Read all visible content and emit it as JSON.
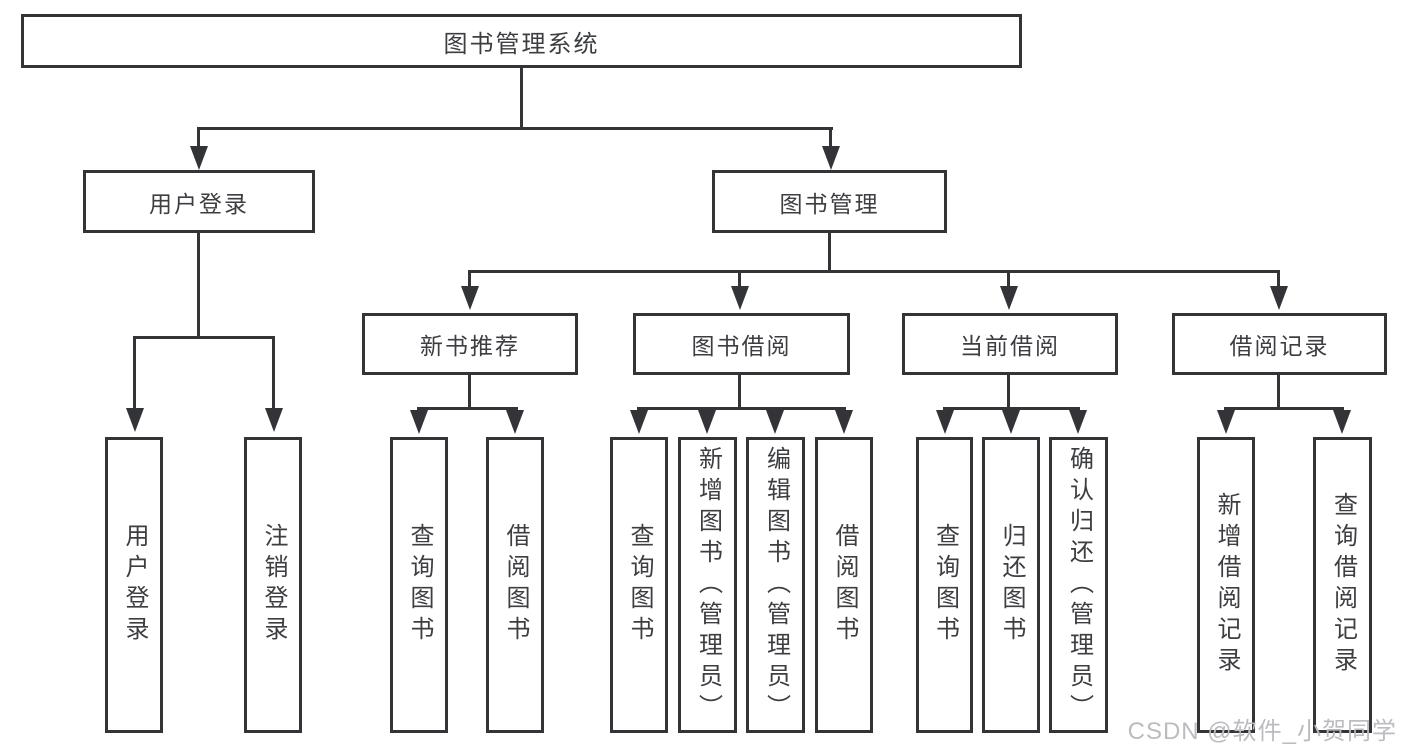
{
  "diagram_title": "图书管理系统",
  "watermark": "CSDN @软件_小贺同学",
  "colors": {
    "line": "#323437",
    "text": "#3c3e41",
    "background": "#ffffff",
    "watermark": "#bcbcc0"
  },
  "tree": {
    "root": {
      "label": "图书管理系统"
    },
    "login": {
      "label": "用户登录",
      "children": [
        {
          "label": "用户登录"
        },
        {
          "label": "注销登录"
        }
      ]
    },
    "management": {
      "label": "图书管理",
      "groups": [
        {
          "label": "新书推荐",
          "children": [
            {
              "label": "查询图书"
            },
            {
              "label": "借阅图书"
            }
          ]
        },
        {
          "label": "图书借阅",
          "children": [
            {
              "label": "查询图书"
            },
            {
              "label": "新增图书（管理员）"
            },
            {
              "label": "编辑图书（管理员）"
            },
            {
              "label": "借阅图书"
            }
          ]
        },
        {
          "label": "当前借阅",
          "children": [
            {
              "label": "查询图书"
            },
            {
              "label": "归还图书"
            },
            {
              "label": "确认归还（管理员）"
            }
          ]
        },
        {
          "label": "借阅记录",
          "children": [
            {
              "label": "新增借阅记录"
            },
            {
              "label": "查询借阅记录"
            }
          ]
        }
      ]
    }
  }
}
